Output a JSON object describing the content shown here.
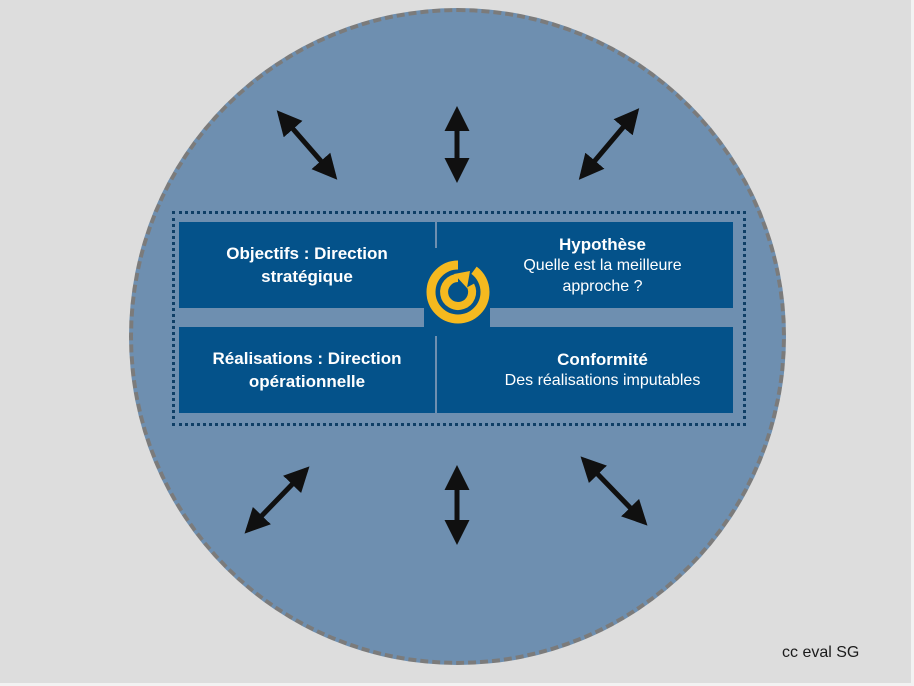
{
  "slide": {
    "background_color": "#dddddd",
    "caption": "cc eval SG"
  },
  "circle": {
    "name": "outer-dashed-circle",
    "fill_color": "#6e8fb0",
    "border_color": "#7b7b7b",
    "border_style": "dashed"
  },
  "inner_frame": {
    "name": "dotted-rectangle",
    "border_color": "#0f3f66",
    "border_style": "dotted"
  },
  "center": {
    "icon": "refresh-cycle-icon",
    "icon_color": "#f5b91f",
    "backdrop_color": "#04528a"
  },
  "quadrants": [
    {
      "key": "objectifs",
      "title_line1": "Objectifs : Direction",
      "title_line2": "stratégique",
      "subtitle": "",
      "box_color": "#04528a",
      "text_color": "#ffffff"
    },
    {
      "key": "hypothese",
      "title_line1": "Hypothèse",
      "title_line2": "",
      "subtitle_line1": "Quelle est la meilleure",
      "subtitle_line2": "approche ?",
      "box_color": "#04528a",
      "text_color": "#ffffff"
    },
    {
      "key": "realisations",
      "title_line1": "Réalisations : Direction",
      "title_line2": "opérationnelle",
      "subtitle": "",
      "box_color": "#04528a",
      "text_color": "#ffffff"
    },
    {
      "key": "conformite",
      "title_line1": "Conformité",
      "title_line2": "",
      "subtitle_line1": "Des réalisations imputables",
      "subtitle_line2": "",
      "box_color": "#04528a",
      "text_color": "#ffffff"
    }
  ],
  "arrows": {
    "color": "#101010",
    "style": "double-headed",
    "count": 6,
    "items": [
      {
        "name": "arrow-top-left-diagonal",
        "direction": "diagonal-nw-se"
      },
      {
        "name": "arrow-top-center-vertical",
        "direction": "vertical"
      },
      {
        "name": "arrow-top-right-diagonal",
        "direction": "diagonal-ne-sw"
      },
      {
        "name": "arrow-bottom-left-diagonal",
        "direction": "diagonal-sw-ne"
      },
      {
        "name": "arrow-bottom-center-vertical",
        "direction": "vertical"
      },
      {
        "name": "arrow-bottom-right-diagonal",
        "direction": "diagonal-se-nw"
      }
    ]
  }
}
